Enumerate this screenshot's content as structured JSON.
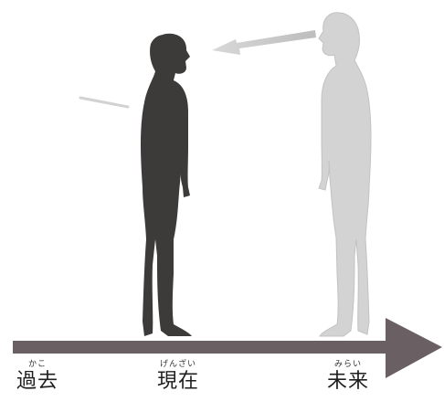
{
  "timeline": {
    "labels": [
      {
        "kana": "かこ",
        "word": "過去"
      },
      {
        "kana": "げんざい",
        "word": "現在"
      },
      {
        "kana": "みらい",
        "word": "未来"
      }
    ]
  },
  "colors": {
    "present_figure": "#3d3a3a",
    "future_figure": "#d3d3d3",
    "timeline_arrow": "#6a5f63"
  },
  "icons": [
    "present-person-silhouette",
    "future-person-silhouette",
    "left-arrow-icon",
    "timeline-arrow"
  ]
}
